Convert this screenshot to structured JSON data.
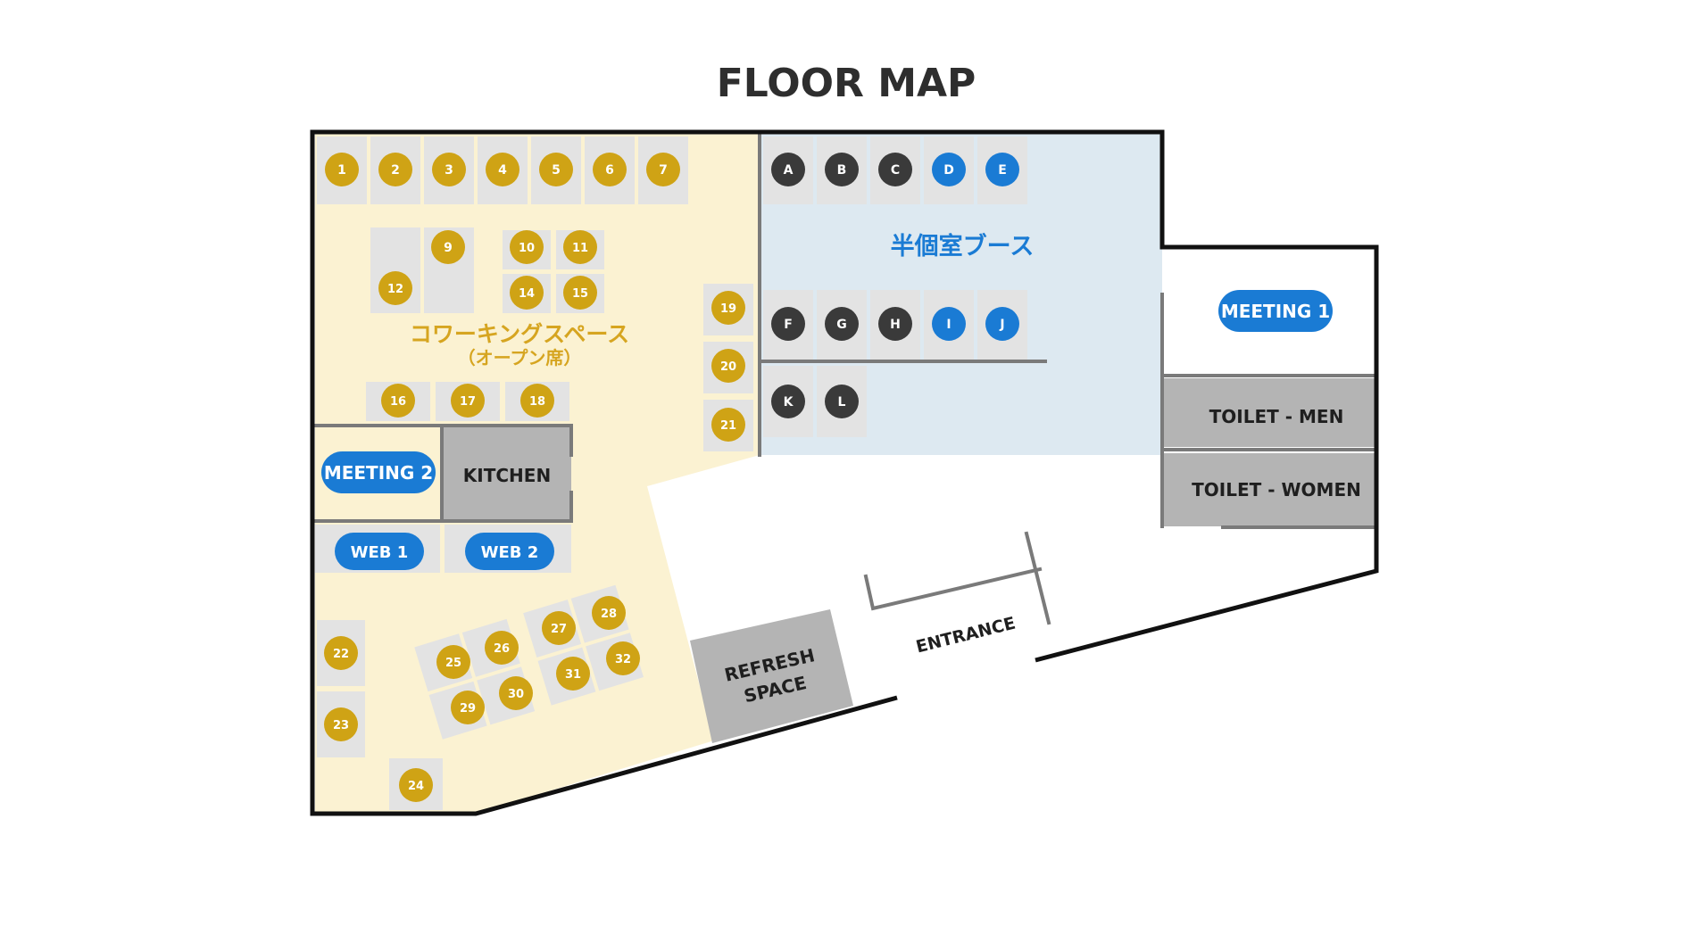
{
  "title": "FLOOR MAP",
  "colors": {
    "coworking_bg": "#fbf2d2",
    "booth_bg": "#dde9f1",
    "tile": "#e3e3e3",
    "gray_room": "#b4b4b4",
    "gold": "#cfa315",
    "dark": "#3a3a3a",
    "blue": "#1a7bd4",
    "wall": "#111111",
    "zone_gold_text": "#d6a520",
    "zone_blue_text": "#1a7bd4"
  },
  "zones": {
    "coworking": {
      "title": "コワーキングスペース",
      "subtitle": "（オープン席）"
    },
    "booths": {
      "title": "半個室ブース"
    }
  },
  "rooms": {
    "meeting1": "MEETING 1",
    "meeting2": "MEETING 2",
    "web1": "WEB 1",
    "web2": "WEB 2",
    "kitchen": "KITCHEN",
    "toilet_men": "TOILET - MEN",
    "toilet_women": "TOILET - WOMEN",
    "refresh_line1": "REFRESH",
    "refresh_line2": "SPACE",
    "entrance": "ENTRANCE"
  },
  "open_seats": [
    "1",
    "2",
    "3",
    "4",
    "5",
    "6",
    "7",
    "9",
    "10",
    "11",
    "12",
    "14",
    "15",
    "16",
    "17",
    "18",
    "19",
    "20",
    "21",
    "22",
    "23",
    "24",
    "25",
    "26",
    "27",
    "28",
    "29",
    "30",
    "31",
    "32"
  ],
  "booths_dark": [
    "A",
    "B",
    "C",
    "F",
    "G",
    "H",
    "K",
    "L"
  ],
  "booths_blue": [
    "D",
    "E",
    "I",
    "J"
  ]
}
